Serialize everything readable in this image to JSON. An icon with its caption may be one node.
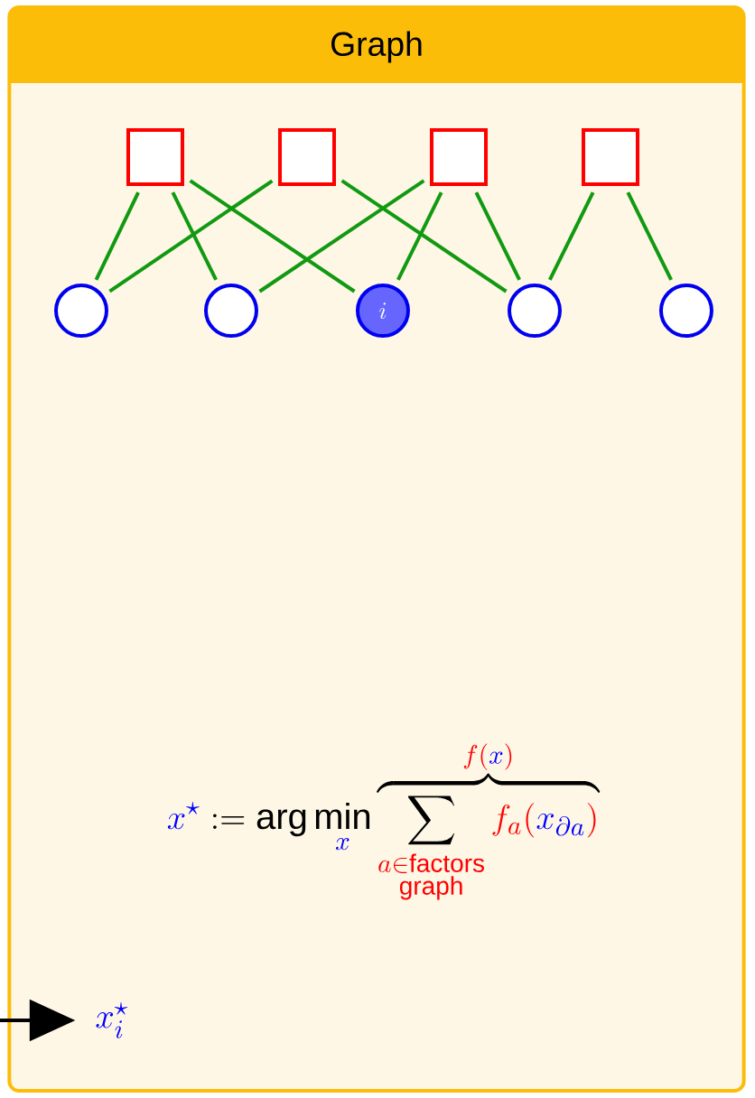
{
  "diagram": {
    "nodes": [
      {
        "text": [
          "Graph"
        ]
      },
      {
        "text": [],
        "shape": "box",
        "in": 0
      },
      {
        "text": [],
        "shape": "box",
        "in": 0
      },
      {
        "text": [],
        "shape": "box",
        "in": 0
      },
      {
        "text": [],
        "shape": "box",
        "in": 0
      },
      {
        "text": [],
        "shape": "circle",
        "in": 0
      },
      {
        "text": [],
        "shape": "circle",
        "in": 0
      },
      {
        "text": [
          "i"
        ],
        "in": 0
      },
      {
        "text": [],
        "shape": "circle",
        "in": 0
      },
      {
        "text": [],
        "shape": "circle",
        "in": 0
      },
      {
        "text": [
          "x_i^\\star"
        ],
        "in": 0
      }
    ],
    "edges": [
      {
        "from": 1,
        "to": 5,
        "arrow": "none"
      },
      {
        "from": 1,
        "to": 6,
        "arrow": "none"
      },
      {
        "from": 1,
        "to": 7,
        "arrow": "none"
      },
      {
        "from": 2,
        "to": 5,
        "arrow": "none"
      },
      {
        "from": 2,
        "to": 8,
        "arrow": "none"
      },
      {
        "from": 3,
        "to": 6,
        "arrow": "none"
      },
      {
        "from": 3,
        "to": 7,
        "arrow": "none"
      },
      {
        "from": 3,
        "to": 8,
        "arrow": "none"
      },
      {
        "from": 4,
        "to": 8,
        "arrow": "none"
      },
      {
        "from": 4,
        "to": 9,
        "arrow": "none"
      },
      {
        "from": null,
        "to": 10,
        "arrow": "to",
        "color": "#000000"
      }
    ],
    "labels": [
      "\\textcolor{blue}{x^\\star} := \\arg\\min_{\\textcolor{blue}{x}} \\overbrace{\\sum_{\\textcolor{red}{\\substack{a\\in\\text{\\textsf{factors}}\\\\ \\text{\\textsf{graph}}}}} \\textcolor{red}{f_a(}\\textcolor{blue}{x_{\\partial a}}\\textcolor{red}{)}}^{\\textcolor{red}{f(}\\textcolor{blue}{x}\\textcolor{red}{)}}"
    ]
  }
}
